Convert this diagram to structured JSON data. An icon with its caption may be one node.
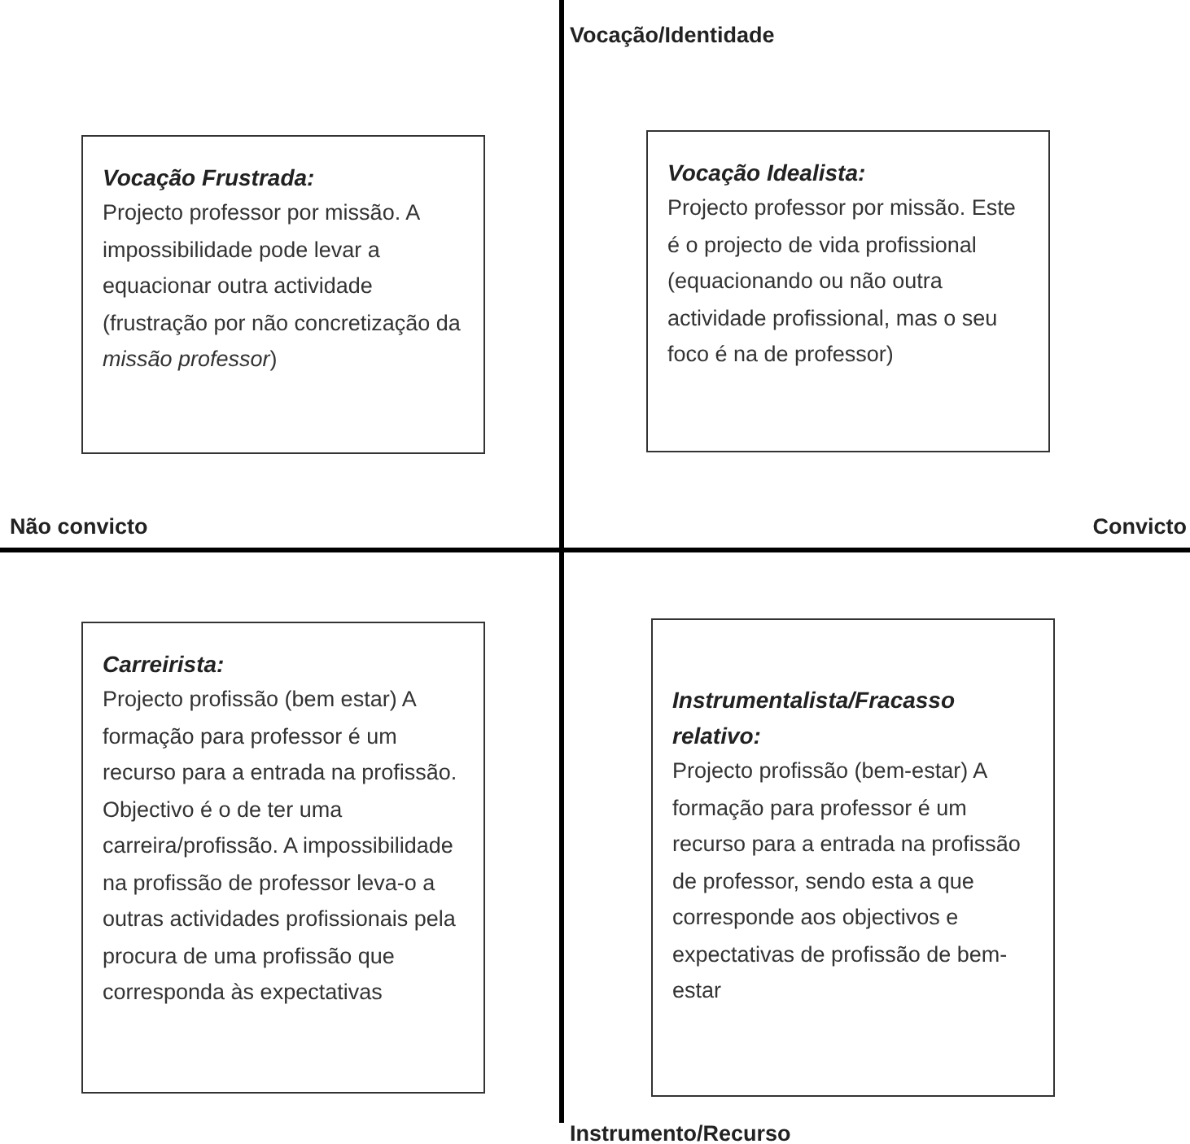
{
  "diagram": {
    "nodes": [
      {
        "text": [
          "Vocação Frustrada:",
          "Projecto professor por missão. A impossibilidade pode levar a equacionar outra actividade (frustração por não concretização da *missão professor*)"
        ]
      },
      {
        "text": [
          "Vocação Idealista:",
          "Projecto professor por missão. Este é o projecto de vida profissional (equacionando ou não outra actividade profissional, mas o seu foco é na de professor)"
        ]
      },
      {
        "text": [
          "Carreirista:",
          "Projecto profissão (bem estar) A formação para professor é um recurso para a entrada na profissão. Objectivo é o de ter uma carreira/profissão. A impossibilidade na profissão de professor leva-o a outras actividades profissionais pela procura de uma profissão que corresponda às expectativas"
        ]
      },
      {
        "text": [
          "Instrumentalista/Fracasso relativo:",
          "Projecto profissão (bem-estar) A formação para professor é um recurso para a entrada na profissão de professor, sendo esta a que corresponde aos objectivos e expectativas de profissão de bem-estar"
        ]
      }
    ],
    "labels": [
      "Vocação/Identidade",
      "Não convicto",
      "Convicto",
      "Instrumento/Recurso"
    ]
  }
}
